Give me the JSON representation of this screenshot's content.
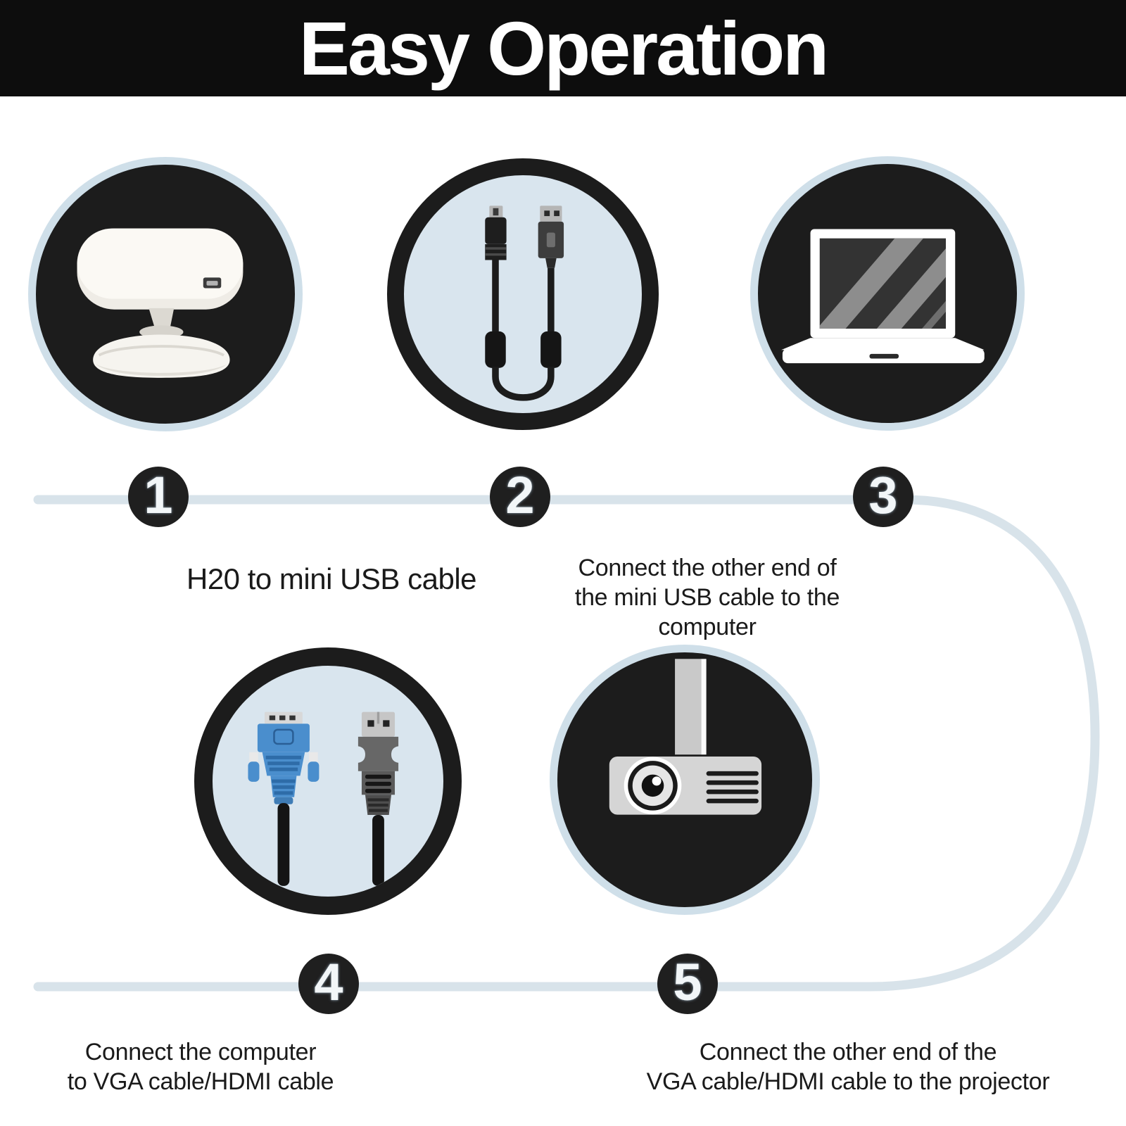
{
  "title": "Easy Operation",
  "steps": [
    {
      "number": "1",
      "icon": "h20-device-icon"
    },
    {
      "number": "2",
      "icon": "mini-usb-cable-icon"
    },
    {
      "number": "3",
      "icon": "laptop-icon"
    },
    {
      "number": "4",
      "icon": "vga-hdmi-cables-icon"
    },
    {
      "number": "5",
      "icon": "projector-icon"
    }
  ],
  "captions": {
    "step2": "H20 to mini USB cable",
    "step3": [
      "Connect the other end of",
      "the mini USB cable to the computer"
    ],
    "step4": [
      "Connect the computer",
      "to VGA cable/HDMI cable"
    ],
    "step5": [
      "Connect the other end of the",
      "VGA cable/HDMI cable to the projector"
    ]
  },
  "colors": {
    "banner": "#0d0d0d",
    "title_text": "#ffffff",
    "connector_line": "#d8e3ea",
    "badge_fill": "#1f1f1f",
    "badge_text": "#f2f6f8",
    "circle_black": "#1c1c1c",
    "circle_pale_ring": "#cfdfe9",
    "circle_blue_fill": "#d9e5ee",
    "vga_blue": "#4a8ecd",
    "vga_blue_dark": "#2e6ca8",
    "hdmi_grey": "#676767",
    "metal_grey": "#c6c6c6",
    "text": "#1a1a1a"
  }
}
